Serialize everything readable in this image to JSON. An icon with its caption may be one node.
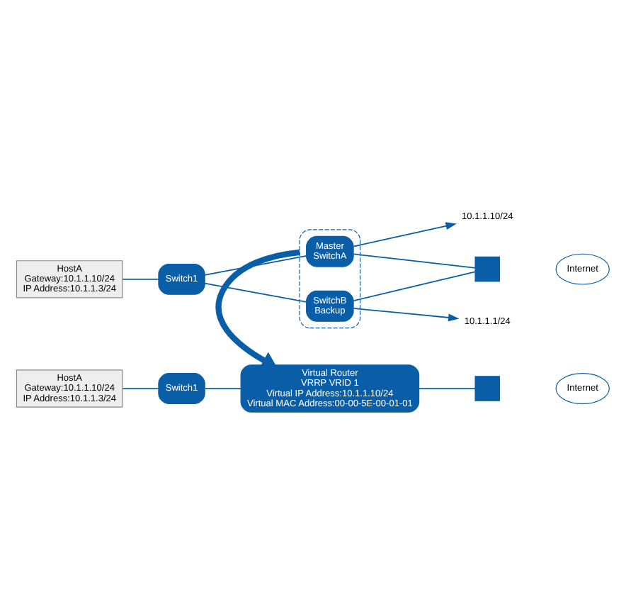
{
  "diagram": {
    "nodes": [
      {
        "text": [],
        "shape": "ellipse"
      },
      {
        "text": [
          "HostA",
          "Gateway:10.1.1.10/24",
          "IP Address:10.1.1.3/24"
        ]
      },
      {
        "text": [
          "Switch1"
        ]
      },
      {
        "text": [
          "Master",
          "SwitchA"
        ],
        "in": 0
      },
      {
        "text": [
          "SwitchB",
          "Backup"
        ],
        "in": 0
      },
      {
        "text": [],
        "shape": "box"
      },
      {
        "text": [
          "Internet"
        ]
      },
      {
        "text": [
          "10.1.1.10/24"
        ]
      },
      {
        "text": [
          "10.1.1.1/24"
        ]
      },
      {
        "text": [
          "HostA",
          "Gateway:10.1.1.10/24",
          "IP Address:10.1.1.3/24"
        ]
      },
      {
        "text": [
          "Switch1"
        ]
      },
      {
        "text": [
          "Virtual Router",
          "VRRP VRID 1",
          "Virtual IP Address:10.1.1.10/24",
          "Virtual MAC Address:00-00-5E-00-01-01"
        ]
      },
      {
        "text": [],
        "shape": "box"
      },
      {
        "text": [
          "Internet"
        ]
      }
    ],
    "edges": [
      {
        "from": 1,
        "to": 2,
        "arrow": "none"
      },
      {
        "from": 2,
        "to": 3,
        "arrow": "none"
      },
      {
        "from": 2,
        "to": 4,
        "arrow": "none"
      },
      {
        "from": 3,
        "to": 5,
        "arrow": "none"
      },
      {
        "from": 4,
        "to": 5,
        "arrow": "none"
      },
      {
        "from": 3,
        "to": 7,
        "arrow": "to"
      },
      {
        "from": 4,
        "to": 8,
        "arrow": "to"
      },
      {
        "from": 0,
        "to": 11,
        "arrow": "to",
        "style": "thick"
      },
      {
        "from": 9,
        "to": 10,
        "arrow": "none"
      },
      {
        "from": 10,
        "to": 11,
        "arrow": "none"
      },
      {
        "from": 11,
        "to": 12,
        "arrow": "none"
      }
    ]
  }
}
